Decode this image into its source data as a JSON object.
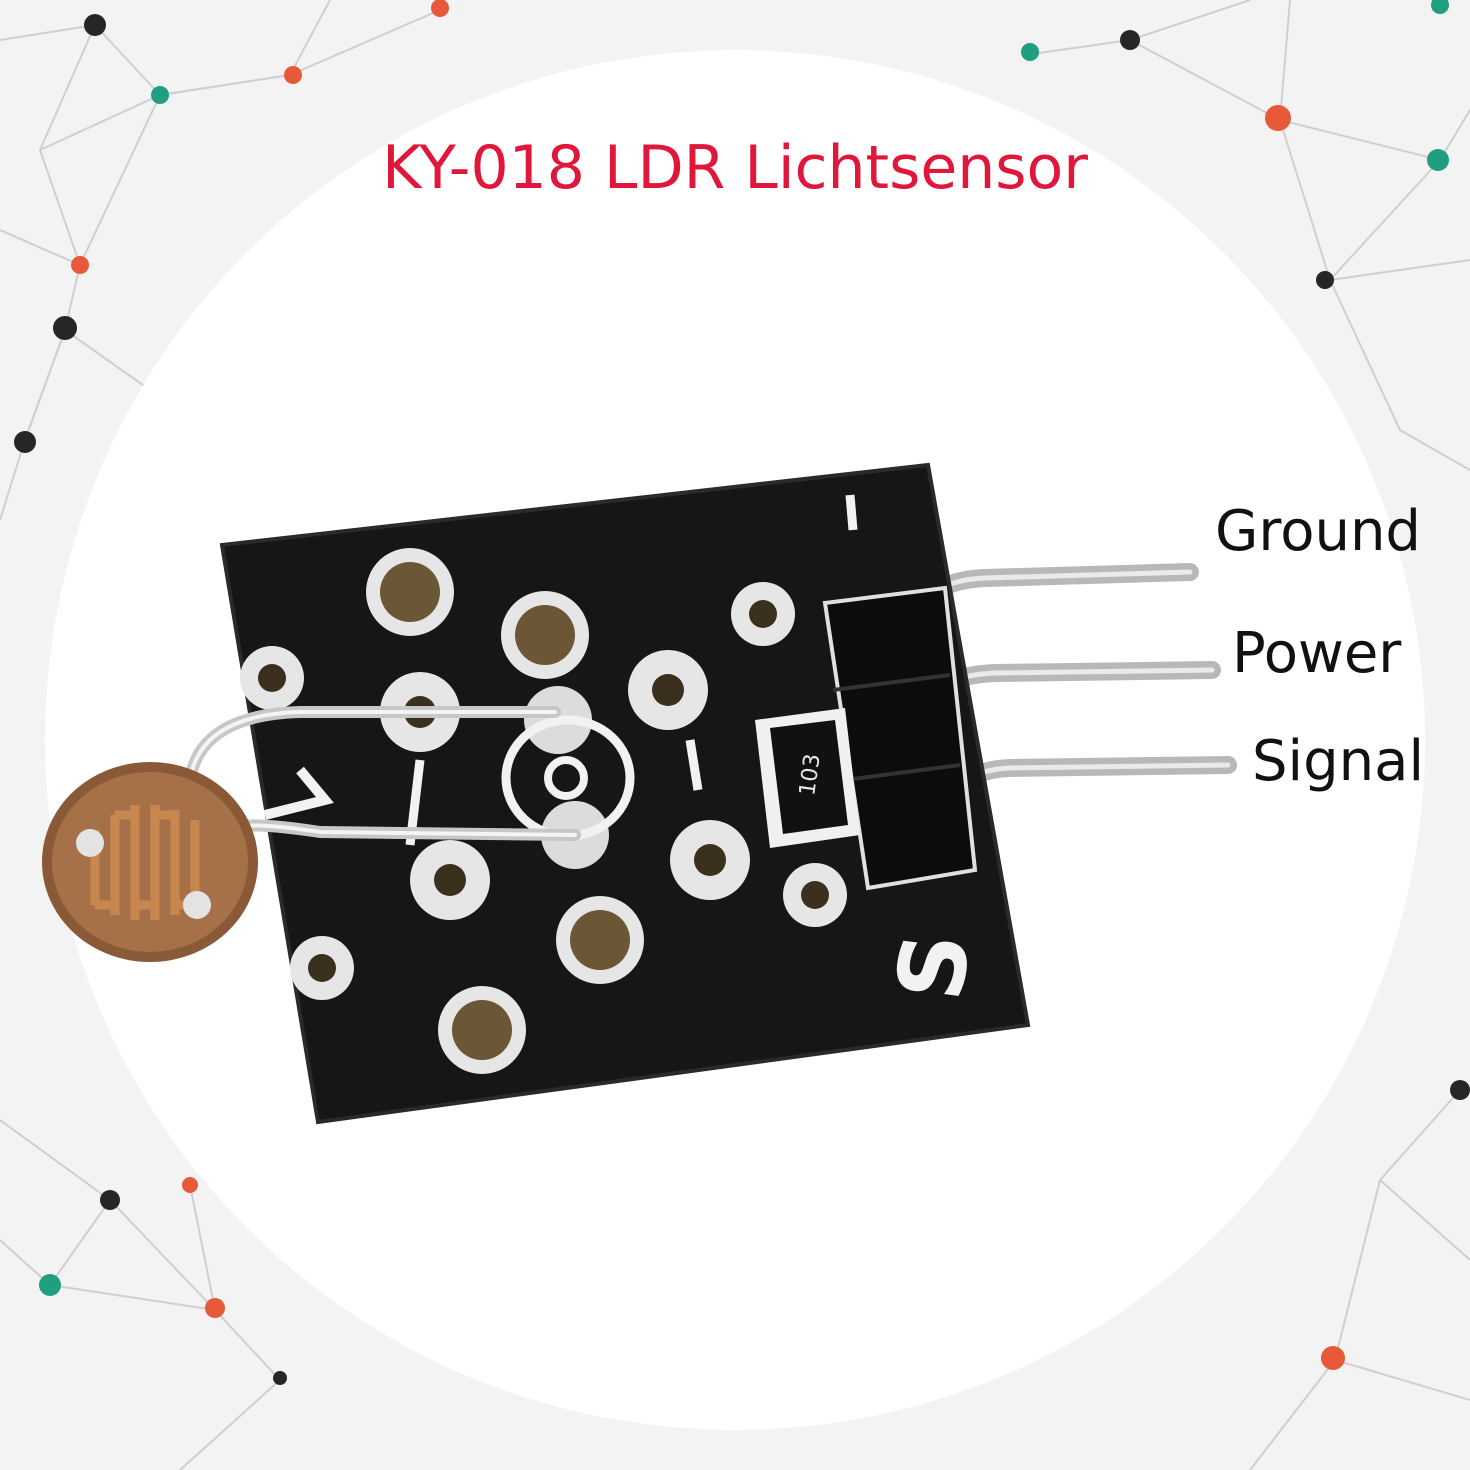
{
  "title": "KY-018 LDR Lichtsensor",
  "pins": {
    "ground": "Ground",
    "power": "Power",
    "signal": "Signal"
  },
  "board": {
    "resistor_code": "103",
    "silkscreen_s": "S",
    "silkscreen_minus": "-"
  },
  "colors": {
    "title": "#e0163a",
    "background": "#f3f3f3",
    "board": "#161616",
    "network_orange": "#e8593a",
    "network_teal": "#1f9e80",
    "network_dark": "#262626"
  }
}
